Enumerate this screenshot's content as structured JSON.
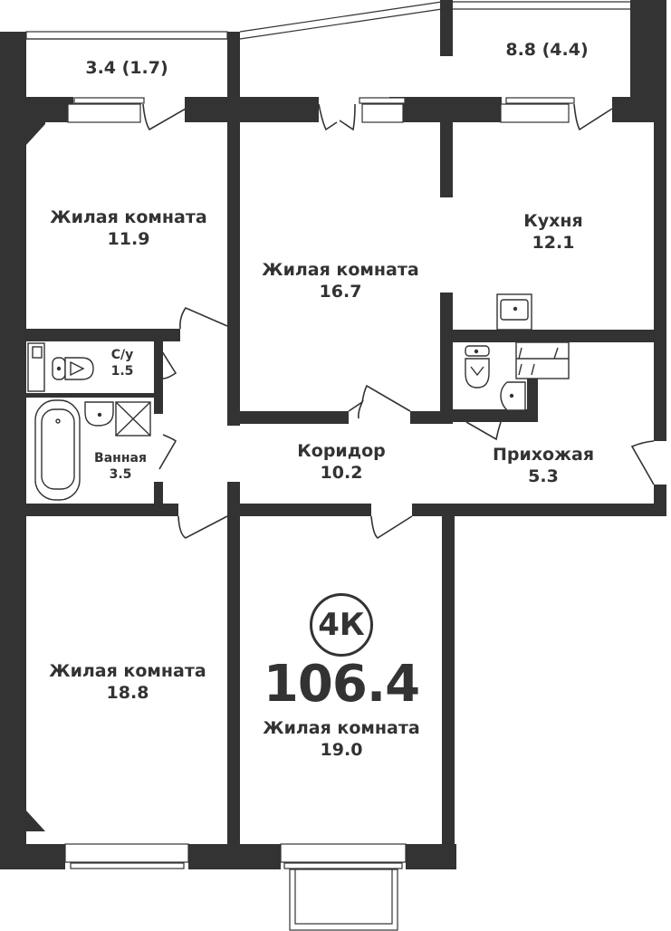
{
  "plan": {
    "apartment_type": "4К",
    "total_area": "106.4",
    "colors": {
      "wall": "#333333",
      "background": "#ffffff",
      "text": "#333333"
    }
  },
  "balconies": [
    {
      "id": "balcony-left",
      "area": "3.4 (1.7)"
    },
    {
      "id": "balcony-right",
      "area": "8.8 (4.4)"
    }
  ],
  "rooms": [
    {
      "id": "living-room-1",
      "name": "Жилая комната",
      "area": "11.9"
    },
    {
      "id": "living-room-2",
      "name": "Жилая комната",
      "area": "16.7"
    },
    {
      "id": "kitchen",
      "name": "Кухня",
      "area": "12.1"
    },
    {
      "id": "toilet",
      "name": "С/у",
      "area": "1.5"
    },
    {
      "id": "bathroom",
      "name": "Ванная",
      "area": "3.5"
    },
    {
      "id": "corridor",
      "name": "Коридор",
      "area": "10.2"
    },
    {
      "id": "hallway",
      "name": "Прихожая",
      "area": "5.3"
    },
    {
      "id": "living-room-3",
      "name": "Жилая комната",
      "area": "18.8"
    },
    {
      "id": "living-room-4",
      "name": "Жилая комната",
      "area": "19.0"
    }
  ]
}
